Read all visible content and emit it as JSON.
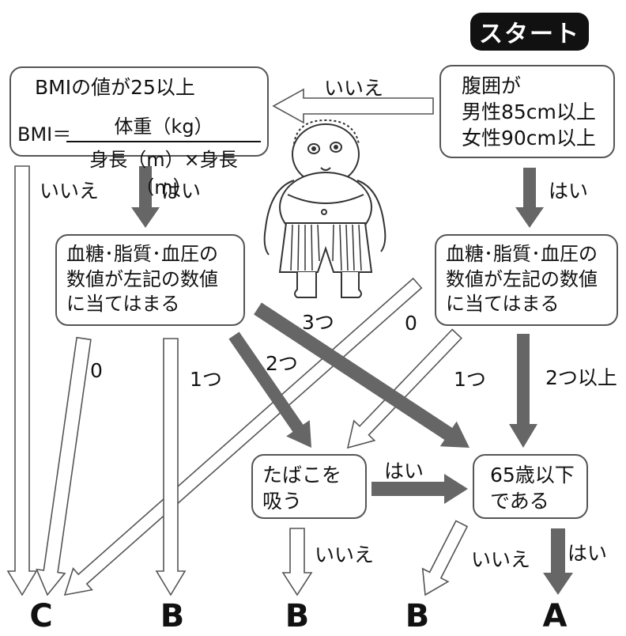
{
  "start": "スタート",
  "boxes": {
    "waist": [
      "腹囲が",
      "男性85cm以上",
      "女性90cm以上"
    ],
    "bmi_title": "BMIの値が25以上",
    "bmi_label": "BMI＝",
    "bmi_numerator": "体重（kg）",
    "bmi_denominator": "身長（m）×身長（m）",
    "blood_left": [
      "血糖･脂質･血圧の",
      "数値が左記の数値",
      "に当てはまる"
    ],
    "blood_right": [
      "血糖･脂質･血圧の",
      "数値が左記の数値",
      "に当てはまる"
    ],
    "smoke": [
      "たばこを",
      "吸う"
    ],
    "age": [
      "65歳以下",
      "である"
    ]
  },
  "labels": {
    "waist_no": "いいえ",
    "waist_yes": "はい",
    "bmi_no": "いいえ",
    "bmi_yes": "はい",
    "left_zero": "0",
    "left_one": "1つ",
    "left_two": "2つ",
    "left_three": "3つ",
    "right_zero": "0",
    "right_one": "1つ",
    "right_two_plus": "2つ以上",
    "smoke_yes": "はい",
    "smoke_no": "いいえ",
    "age_no": "いいえ",
    "age_yes": "はい"
  },
  "outcomes": [
    "C",
    "B",
    "B",
    "B",
    "A"
  ],
  "colors": {
    "filled_arrow": "#666666",
    "outline_arrow": "#555555",
    "start_bg": "#111111"
  }
}
